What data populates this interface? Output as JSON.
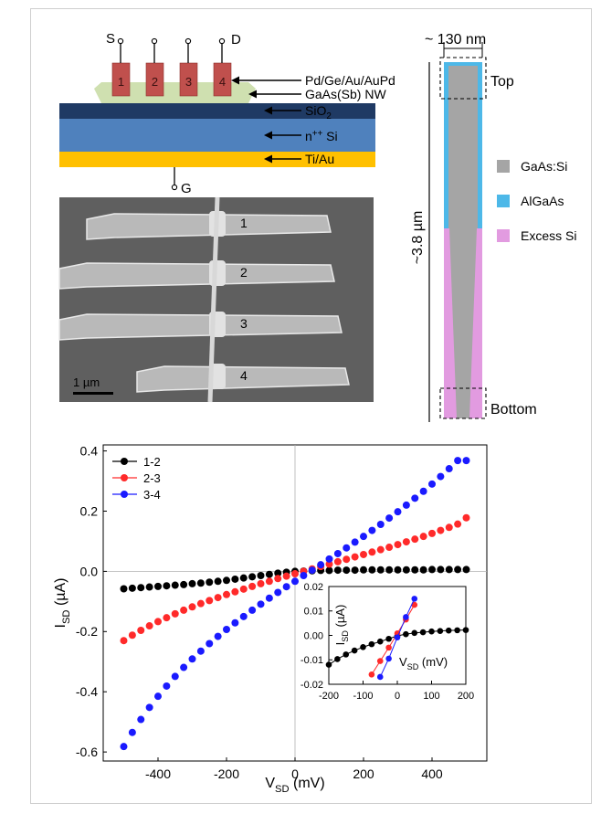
{
  "device": {
    "labels": {
      "S": "S",
      "D": "D",
      "G": "G"
    },
    "contacts": [
      "1",
      "2",
      "3",
      "4"
    ],
    "layers": [
      {
        "text": "Pd/Ge/Au/AuPd",
        "color": "#c0504d"
      },
      {
        "text": "GaAs(Sb) NW",
        "color": "#cfe0b0"
      },
      {
        "text": "SiO",
        "sub": "2",
        "color": "#1f3a64"
      },
      {
        "text": "n",
        "sup": "++",
        "tail": " Si",
        "color": "#4f81bd"
      },
      {
        "text": "Ti/Au",
        "color": "#ffc000"
      }
    ]
  },
  "sem": {
    "labels": [
      "1",
      "2",
      "3",
      "4"
    ],
    "scalebar": "1 µm"
  },
  "nanowire": {
    "width_label": "~ 130 nm",
    "length_label": "~3.8 µm",
    "top_label": "Top",
    "bottom_label": "Bottom",
    "legend": [
      {
        "name": "GaAs:Si",
        "color": "#a5a5a5"
      },
      {
        "name": "AlGaAs",
        "color": "#4db8e8"
      },
      {
        "name": "Excess Si",
        "color": "#e29be0"
      }
    ]
  },
  "chart_data": [
    {
      "type": "scatter",
      "xlabel": {
        "main": "V",
        "sub": "SD",
        "unit": " (mV)"
      },
      "ylabel": {
        "main": "I",
        "sub": "SD",
        "unit": " (µA)"
      },
      "xlim": [
        -560,
        560
      ],
      "ylim": [
        -0.63,
        0.42
      ],
      "xticks": [
        -400,
        -200,
        0,
        200,
        400
      ],
      "yticks": [
        -0.6,
        -0.4,
        -0.2,
        0.0,
        0.2,
        0.4
      ],
      "ytick_labels": [
        "-0.6",
        "-0.4",
        "-0.2",
        "0.0",
        "0.2",
        "0.4"
      ],
      "legend_position": "top-left",
      "series": [
        {
          "name": "1-2",
          "color": "#000000",
          "x_start": -500,
          "x_step": 25,
          "values": [
            -0.058,
            -0.056,
            -0.054,
            -0.052,
            -0.05,
            -0.048,
            -0.046,
            -0.044,
            -0.041,
            -0.039,
            -0.036,
            -0.033,
            -0.03,
            -0.026,
            -0.022,
            -0.018,
            -0.014,
            -0.01,
            -0.006,
            -0.003,
            0.0,
            0.001,
            0.002,
            0.003,
            0.003,
            0.004,
            0.004,
            0.004,
            0.005,
            0.005,
            0.005,
            0.005,
            0.005,
            0.005,
            0.005,
            0.005,
            0.006,
            0.006,
            0.006,
            0.006,
            0.006
          ]
        },
        {
          "name": "2-3",
          "color": "#ff2a2a",
          "x_start": -500,
          "x_step": 25,
          "values": [
            -0.23,
            -0.212,
            -0.196,
            -0.181,
            -0.167,
            -0.154,
            -0.141,
            -0.129,
            -0.118,
            -0.107,
            -0.097,
            -0.087,
            -0.077,
            -0.068,
            -0.059,
            -0.05,
            -0.041,
            -0.033,
            -0.024,
            -0.016,
            -0.008,
            0.0,
            0.008,
            0.016,
            0.024,
            0.032,
            0.04,
            0.048,
            0.056,
            0.064,
            0.072,
            0.08,
            0.089,
            0.098,
            0.107,
            0.116,
            0.126,
            0.136,
            0.146,
            0.157,
            0.178
          ]
        },
        {
          "name": "3-4",
          "color": "#1a1aff",
          "x_start": -500,
          "x_step": 25,
          "values": [
            -0.582,
            -0.535,
            -0.492,
            -0.452,
            -0.415,
            -0.381,
            -0.349,
            -0.319,
            -0.291,
            -0.265,
            -0.24,
            -0.216,
            -0.193,
            -0.171,
            -0.15,
            -0.129,
            -0.109,
            -0.089,
            -0.07,
            -0.051,
            -0.033,
            -0.014,
            0.004,
            0.022,
            0.041,
            0.059,
            0.078,
            0.097,
            0.116,
            0.136,
            0.156,
            0.177,
            0.198,
            0.22,
            0.243,
            0.266,
            0.29,
            0.315,
            0.341,
            0.368,
            0.368
          ]
        }
      ]
    },
    {
      "type": "scatter",
      "xlabel": {
        "main": "V",
        "sub": "SD",
        "unit": " (mV)"
      },
      "ylabel": {
        "main": "I",
        "sub": "SD",
        "unit": " (µA)"
      },
      "xlim": [
        -200,
        200
      ],
      "ylim": [
        -0.02,
        0.02
      ],
      "xticks": [
        -200,
        -100,
        0,
        100,
        200
      ],
      "yticks": [
        -0.02,
        -0.01,
        0.0,
        0.01,
        0.02
      ],
      "ytick_labels": [
        "-0.02",
        "-0.01",
        "0.00",
        "0.01",
        "0.02"
      ],
      "series": [
        {
          "name": "1-2",
          "color": "#000000",
          "x": [
            -200,
            -175,
            -150,
            -125,
            -100,
            -75,
            -50,
            -25,
            0,
            25,
            50,
            75,
            100,
            125,
            150,
            175,
            200
          ],
          "y": [
            -0.012,
            -0.0097,
            -0.0078,
            -0.0062,
            -0.0048,
            -0.0036,
            -0.0025,
            -0.0014,
            -0.0002,
            0.0005,
            0.001,
            0.0013,
            0.0016,
            0.0018,
            0.002,
            0.0021,
            0.0022
          ]
        },
        {
          "name": "2-3",
          "color": "#ff2a2a",
          "x": [
            -75,
            -50,
            -25,
            0,
            25,
            50
          ],
          "y": [
            -0.016,
            -0.0105,
            -0.005,
            0.0008,
            0.0065,
            0.0125
          ]
        },
        {
          "name": "3-4",
          "color": "#1a1aff",
          "x": [
            -50,
            -25,
            0,
            25,
            50
          ],
          "y": [
            -0.017,
            -0.0095,
            -0.0008,
            0.0075,
            0.015
          ]
        }
      ]
    }
  ]
}
